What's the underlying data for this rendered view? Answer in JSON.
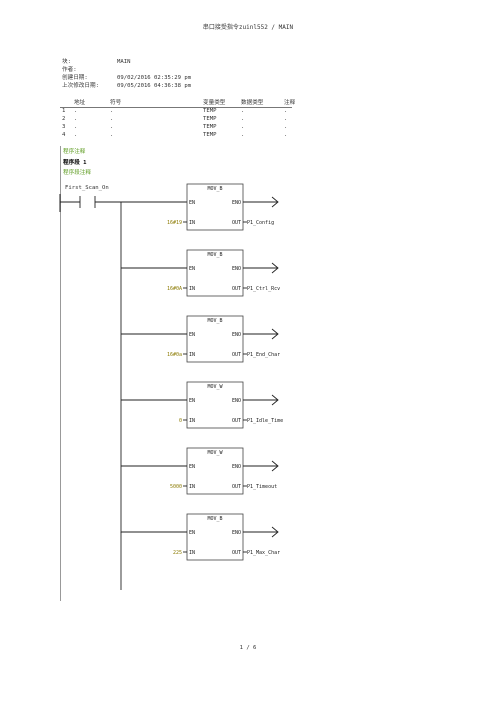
{
  "header": {
    "title": "串口接受指令zuinl552  /  MAIN"
  },
  "meta": {
    "block_label": "块:",
    "block_value": "MAIN",
    "author_label": "作者:",
    "created_label": "创建日期:",
    "created_value": "09/02/2016  02:35:29 pm",
    "modified_label": "上次修改日期:",
    "modified_value": "09/05/2016  04:36:38 pm"
  },
  "vars_table": {
    "headers": [
      "地址",
      "符号",
      "变量类型",
      "数据类型",
      "注释"
    ],
    "rows": [
      [
        "1",
        ".",
        ".",
        "TEMP",
        ".",
        "."
      ],
      [
        "2",
        ".",
        ".",
        "TEMP",
        ".",
        "."
      ],
      [
        "3",
        ".",
        ".",
        "TEMP",
        ".",
        "."
      ],
      [
        "4",
        ".",
        ".",
        "TEMP",
        ".",
        "."
      ]
    ]
  },
  "program": {
    "program_comment": "程序注释",
    "network_title": "程序段 1",
    "network_comment": "程序段注释",
    "contact_label": "First_Scan_On",
    "pin_en": "EN",
    "pin_eno": "ENO",
    "pin_in": "IN",
    "pin_out": "OUT",
    "blocks": [
      {
        "name": "MOV_B",
        "in": "16#19",
        "out": "P1_Config"
      },
      {
        "name": "MOV_B",
        "in": "16#0A",
        "out": "P1_Ctrl_Rcv"
      },
      {
        "name": "MOV_B",
        "in": "16#0a",
        "out": "P1_End_Char"
      },
      {
        "name": "MOV_W",
        "in": "0",
        "out": "P1_Idle_Time"
      },
      {
        "name": "MOV_W",
        "in": "5000",
        "out": "P1_Timeout"
      },
      {
        "name": "MOV_B",
        "in": "225",
        "out": "P1_Max_Char"
      }
    ]
  },
  "footer": {
    "page": "1 / 6"
  }
}
